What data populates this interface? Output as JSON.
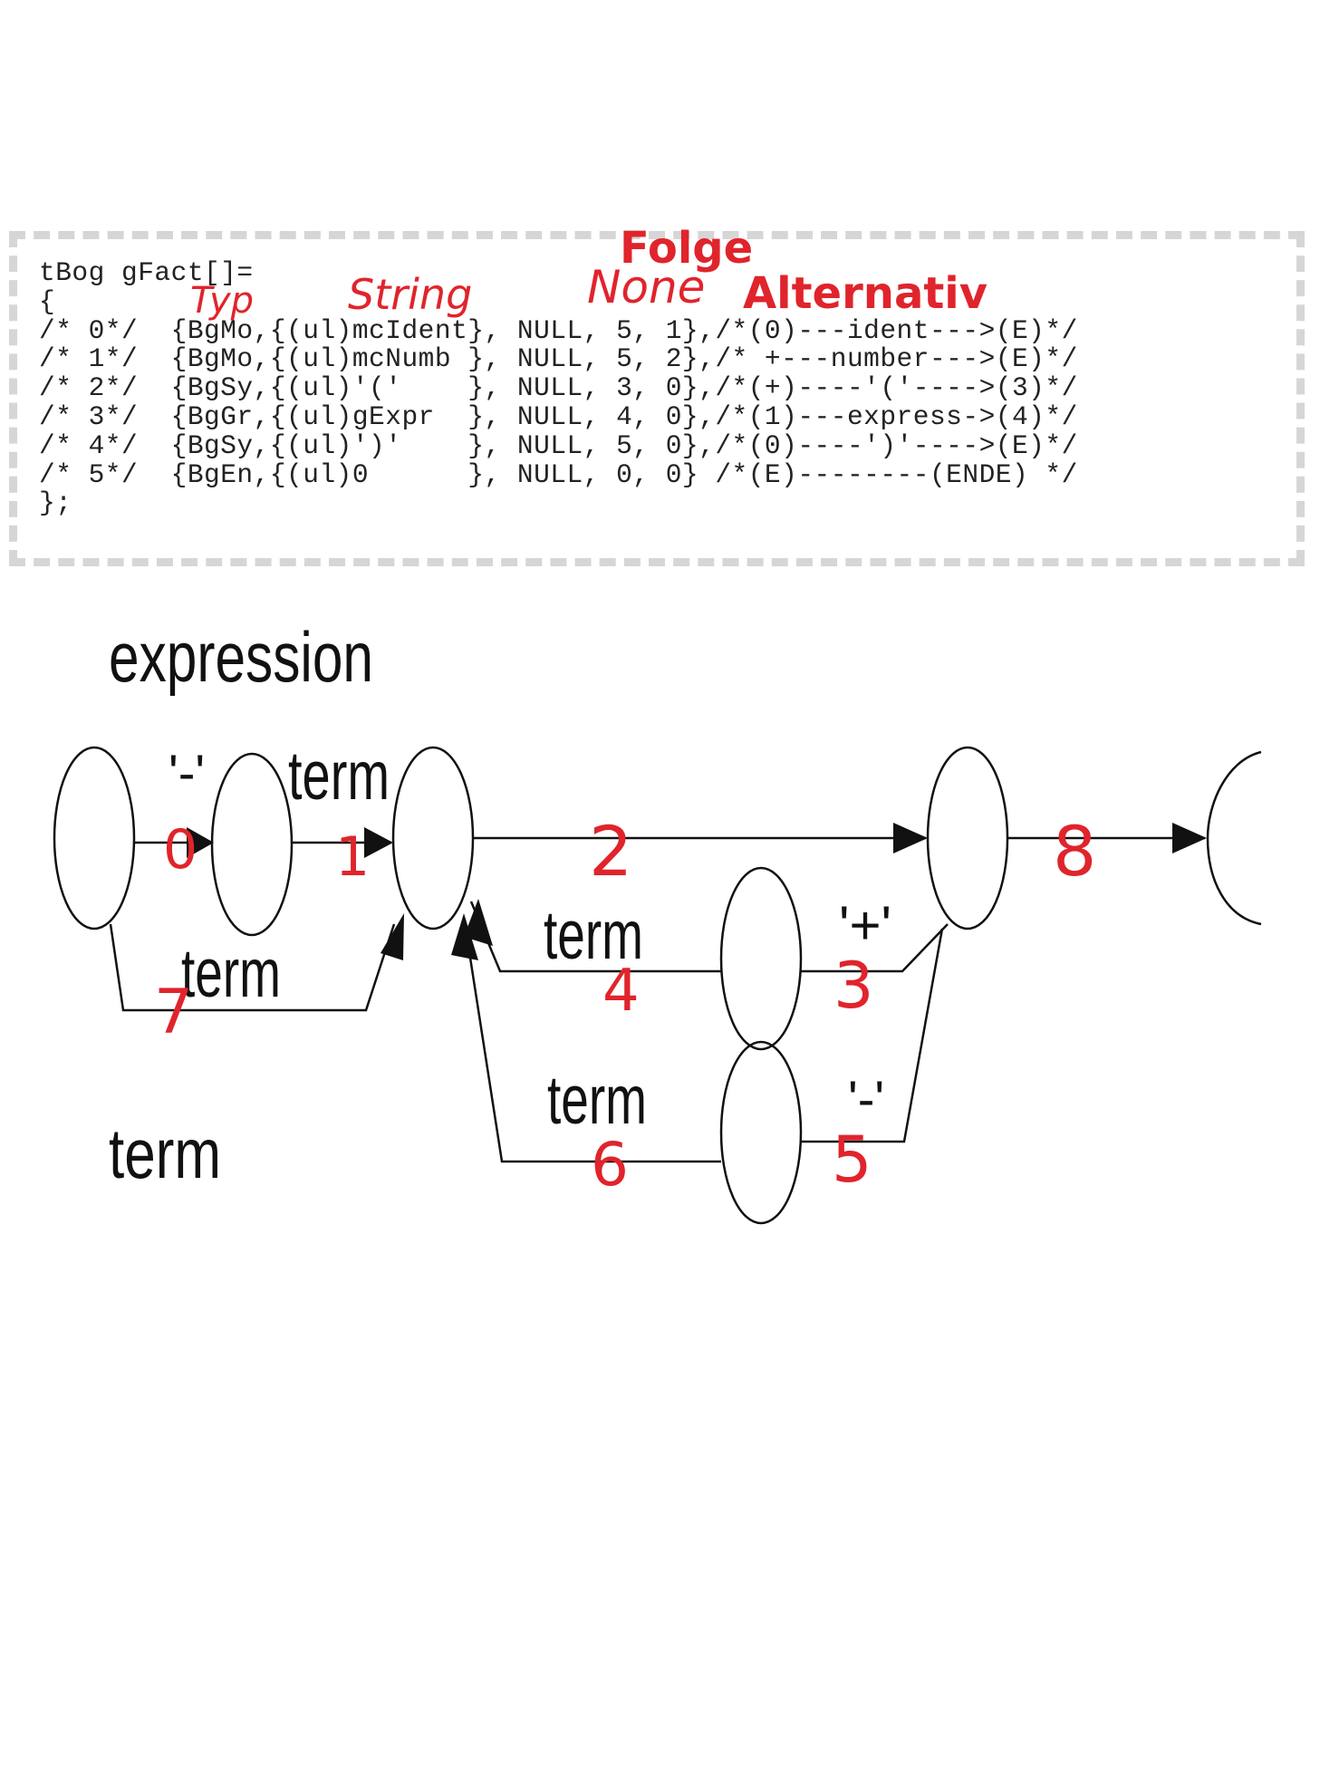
{
  "code": {
    "lines": [
      "tBog gFact[]=",
      "{",
      "/* 0*/  {BgMo,{(ul)mcIdent}, NULL, 5, 1},/*(0)---ident--->(E)*/",
      "/* 1*/  {BgMo,{(ul)mcNumb }, NULL, 5, 2},/* +---number--->(E)*/",
      "/* 2*/  {BgSy,{(ul)'('    }, NULL, 3, 0},/*(+)----'('---->(3)*/",
      "/* 3*/  {BgGr,{(ul)gExpr  }, NULL, 4, 0},/*(1)---express->(4)*/",
      "/* 4*/  {BgSy,{(ul)')'    }, NULL, 5, 0},/*(0)----')'---->(E)*/",
      "/* 5*/  {BgEn,{(ul)0      }, NULL, 0, 0} /*(E)--------(ENDE) */",
      "};"
    ]
  },
  "annotations": {
    "folge": "Folge",
    "alternativ": "Alternativ",
    "typ": "Typ",
    "string": "String",
    "none": "None"
  },
  "diagram": {
    "title_expression": "expression",
    "title_term": "term",
    "label_minus_top": "'-'",
    "label_term_top": "term",
    "label_term_bypass": "term",
    "label_term_loop_plus": "term",
    "label_term_loop_minus": "term",
    "label_plus": "'+'",
    "label_minus": "'-'",
    "edge_numbers": [
      "0",
      "1",
      "2",
      "3",
      "4",
      "5",
      "6",
      "7",
      "8"
    ]
  },
  "colors": {
    "annotation": "#e0242c",
    "line": "#111111",
    "code": "#222222"
  }
}
